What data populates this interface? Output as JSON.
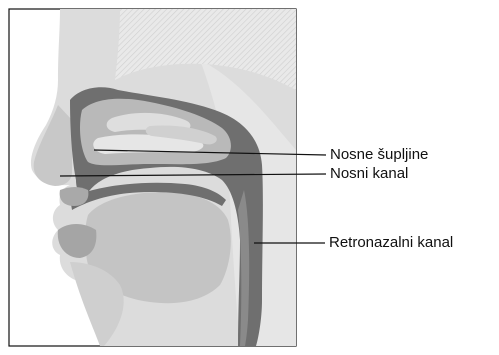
{
  "labels": {
    "nasal_cavities": "Nosne šupljine",
    "nasal_passage": "Nosni kanal",
    "retronasal_passage": "Retronazalni kanal"
  },
  "colors": {
    "background": "#ffffff",
    "outer_head": "#d9d9d9",
    "inner_gray": "#bdbdbd",
    "airway_dark": "#6e6e6e",
    "highlight": "#e6e6e6",
    "line": "#111111"
  }
}
